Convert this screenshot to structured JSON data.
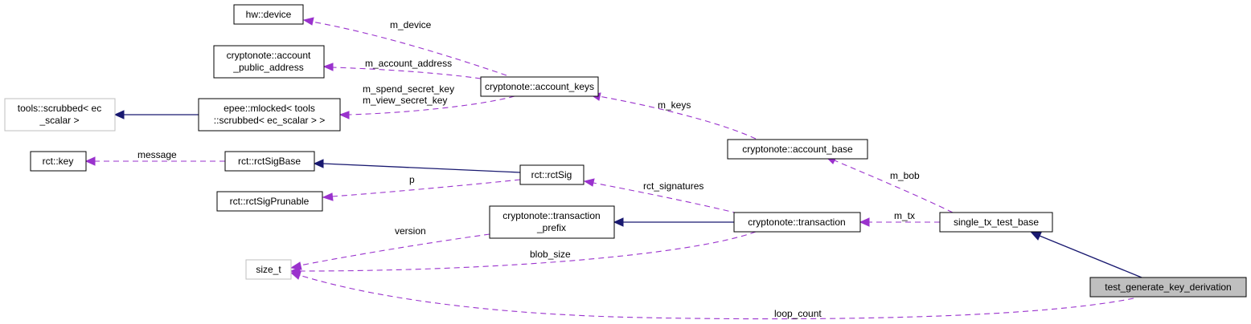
{
  "diagram": {
    "nodes": {
      "hw_device": {
        "lines": [
          "hw::device"
        ]
      },
      "account_public_address": {
        "lines": [
          "cryptonote::account",
          "_public_address"
        ]
      },
      "scrubbed": {
        "lines": [
          "tools::scrubbed< ec",
          "_scalar >"
        ]
      },
      "mlocked": {
        "lines": [
          "epee::mlocked< tools",
          "::scrubbed< ec_scalar > >"
        ]
      },
      "account_keys": {
        "lines": [
          "cryptonote::account_keys"
        ]
      },
      "account_base": {
        "lines": [
          "cryptonote::account_base"
        ]
      },
      "rct_key": {
        "lines": [
          "rct::key"
        ]
      },
      "rctSigBase": {
        "lines": [
          "rct::rctSigBase"
        ]
      },
      "rctSig": {
        "lines": [
          "rct::rctSig"
        ]
      },
      "rctSigPrunable": {
        "lines": [
          "rct::rctSigPrunable"
        ]
      },
      "transaction_prefix": {
        "lines": [
          "cryptonote::transaction",
          "_prefix"
        ]
      },
      "transaction": {
        "lines": [
          "cryptonote::transaction"
        ]
      },
      "single_tx_test_base": {
        "lines": [
          "single_tx_test_base"
        ]
      },
      "size_t": {
        "lines": [
          "size_t"
        ]
      },
      "test_generate_key_derivation": {
        "lines": [
          "test_generate_key_derivation"
        ]
      }
    },
    "edge_labels": {
      "m_device": [
        "m_device"
      ],
      "m_account_address": [
        "m_account_address"
      ],
      "m_secret_keys": [
        "m_spend_secret_key",
        "m_view_secret_key"
      ],
      "m_keys": [
        "m_keys"
      ],
      "message": [
        "message"
      ],
      "p": [
        "p"
      ],
      "rct_signatures": [
        "rct_signatures"
      ],
      "m_bob": [
        "m_bob"
      ],
      "m_tx": [
        "m_tx"
      ],
      "version": [
        "version"
      ],
      "blob_size": [
        "blob_size"
      ],
      "loop_count": [
        "loop_count"
      ]
    },
    "colors": {
      "usage_edge": "#9a32cd",
      "inheritance_edge": "#191970",
      "focus_fill": "#bfbfbf",
      "external_border": "#bfbfbf"
    }
  }
}
